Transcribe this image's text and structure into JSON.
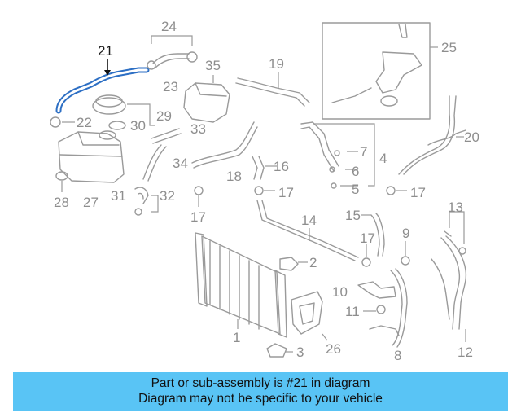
{
  "highlight_color": "#2d6fc4",
  "footer_color": "#59c4f5",
  "callouts": {
    "c1": "1",
    "c2": "2",
    "c3": "3",
    "c4": "4",
    "c5": "5",
    "c6": "6",
    "c7": "7",
    "c8": "8",
    "c9": "9",
    "c10": "10",
    "c11": "11",
    "c12": "12",
    "c13": "13",
    "c14": "14",
    "c15": "15",
    "c16": "16",
    "c17": "17",
    "c18": "18",
    "c19": "19",
    "c20": "20",
    "c21": "21",
    "c22": "22",
    "c23": "23",
    "c24": "24",
    "c25": "25",
    "c26": "26",
    "c27": "27",
    "c28": "28",
    "c29": "29",
    "c30": "30",
    "c31": "31",
    "c32": "32",
    "c33": "33",
    "c34": "34",
    "c35": "35"
  },
  "footer": {
    "line1": "Part or sub-assembly is #21 in diagram",
    "line2": "Diagram may not be specific to your vehicle"
  }
}
